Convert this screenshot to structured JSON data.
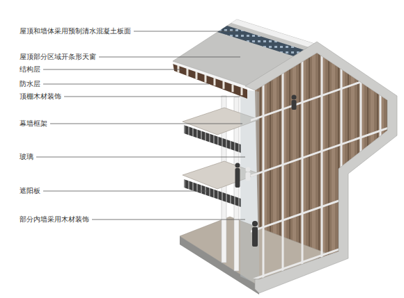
{
  "diagram": {
    "labels": [
      "屋顶和墙体采用预制清水混凝土板面",
      "屋顶部分区域开条形天窗",
      "结构层",
      "防水层",
      "顶棚木材装饰",
      "幕墙框架",
      "玻璃",
      "遮阳板",
      "部分内墙采用木材装饰"
    ]
  }
}
